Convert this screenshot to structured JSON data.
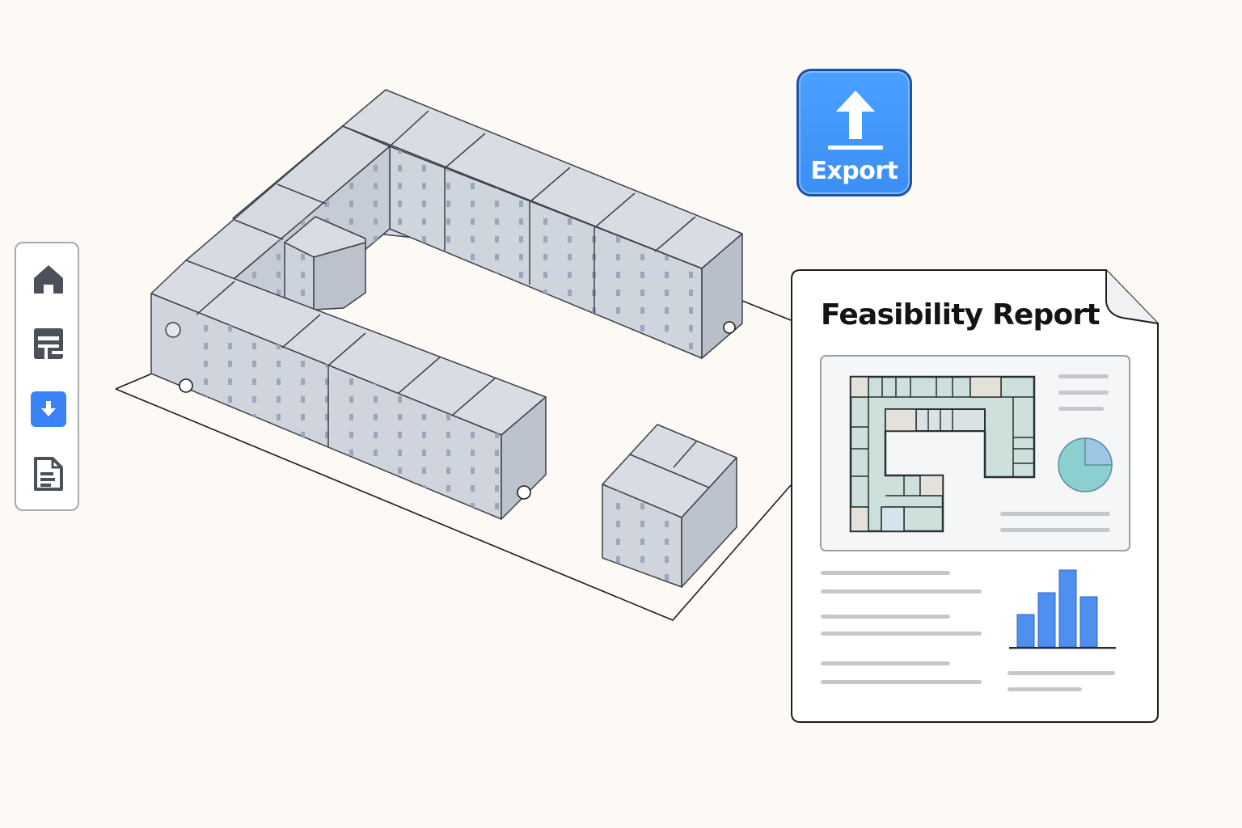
{
  "toolbar": {
    "items": [
      {
        "name": "home",
        "icon": "home-icon",
        "active": false
      },
      {
        "name": "floor-plan",
        "icon": "floor-plan-icon",
        "active": false
      },
      {
        "name": "download",
        "icon": "download-icon",
        "active": true
      },
      {
        "name": "document",
        "icon": "document-icon",
        "active": false
      }
    ]
  },
  "export_button": {
    "label": "Export",
    "icon": "upload-arrow-icon"
  },
  "report": {
    "title": "Feasibility Report",
    "icons": [
      "floor-plan-thumbnail",
      "pie-chart-icon",
      "bar-chart-icon"
    ]
  },
  "colors": {
    "background": "#fdfaf6",
    "accent": "#3b82f6",
    "export_fill": "#4096ff",
    "export_border": "#1f4fa8",
    "building_face": "#d2d7de",
    "building_stroke": "#3d4048",
    "toolbar_icon": "#4b5059",
    "pie_fill": "#8ccfd0",
    "pie_accent": "#9ec7e6",
    "bar_fill": "#4d90f0"
  }
}
